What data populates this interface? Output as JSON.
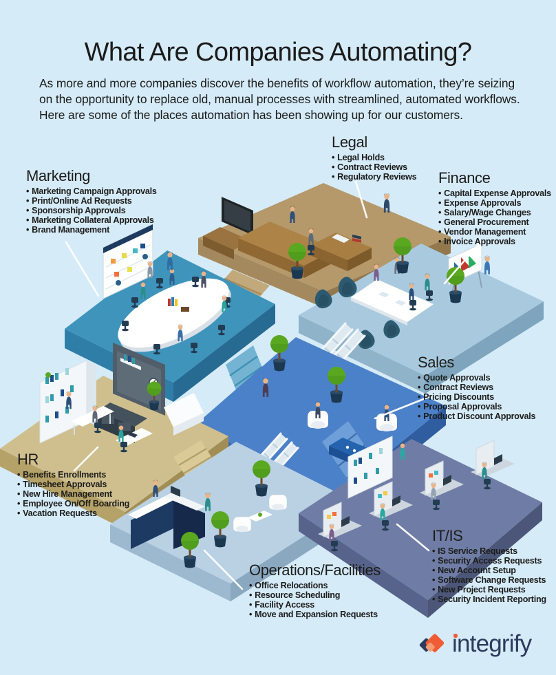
{
  "page": {
    "title": "What Are Companies Automating?",
    "intro": "As more and more companies discover the benefits of workflow automation, they’re seizing on the opportunity to replace old, manual processes with streamlined, automated workflows. Here are some of the places automation has been showing up for our customers."
  },
  "sections": [
    {
      "id": "marketing",
      "label": "Marketing",
      "items": [
        "Marketing Campaign Approvals",
        "Print/Online Ad Requests",
        "Sponsorship Approvals",
        "Marketing Collateral Approvals",
        "Brand Management"
      ]
    },
    {
      "id": "legal",
      "label": "Legal",
      "items": [
        "Legal Holds",
        "Contract Reviews",
        "Regulatory Reviews"
      ]
    },
    {
      "id": "finance",
      "label": "Finance",
      "items": [
        "Capital Expense Approvals",
        "Expense Approvals",
        "Salary/Wage Changes",
        "General Procurement",
        "Vendor Management",
        "Invoice Approvals"
      ]
    },
    {
      "id": "sales",
      "label": "Sales",
      "items": [
        "Quote Approvals",
        "Contract Reviews",
        "Pricing Discounts",
        "Proposal Approvals",
        "Product Discount Approvals"
      ]
    },
    {
      "id": "hr",
      "label": "HR",
      "items": [
        "Benefits Enrollments",
        "Timesheet Approvals",
        "New Hire Management",
        "Employee On/Off Boarding",
        "Vacation Requests"
      ]
    },
    {
      "id": "operations",
      "label": "Operations/Facilities",
      "items": [
        "Office Relocations",
        "Resource Scheduling",
        "Facility Access",
        "Move and Expansion Requests"
      ]
    },
    {
      "id": "itis",
      "label": "IT/IS",
      "items": [
        "IS Service Requests",
        "Security Access Requests",
        "New Account Setup",
        "Software Change Requests",
        "New Project Requests",
        "Security Incident Reporting"
      ]
    }
  ],
  "logo": {
    "text": "integrify"
  },
  "colors": {
    "background": "#d5ebf8",
    "text": "#1b1b1a",
    "logo_navy": "#2c3a5c",
    "logo_orange": "#f05c35",
    "platform_legal": "#b5996b",
    "platform_marketing": "#3f94bc",
    "platform_finance": "#a9cade",
    "platform_sales": "#4b81c8",
    "platform_hr": "#cfbf8e",
    "platform_operations": "#b9d1e3",
    "platform_itis": "#6f7da6"
  }
}
